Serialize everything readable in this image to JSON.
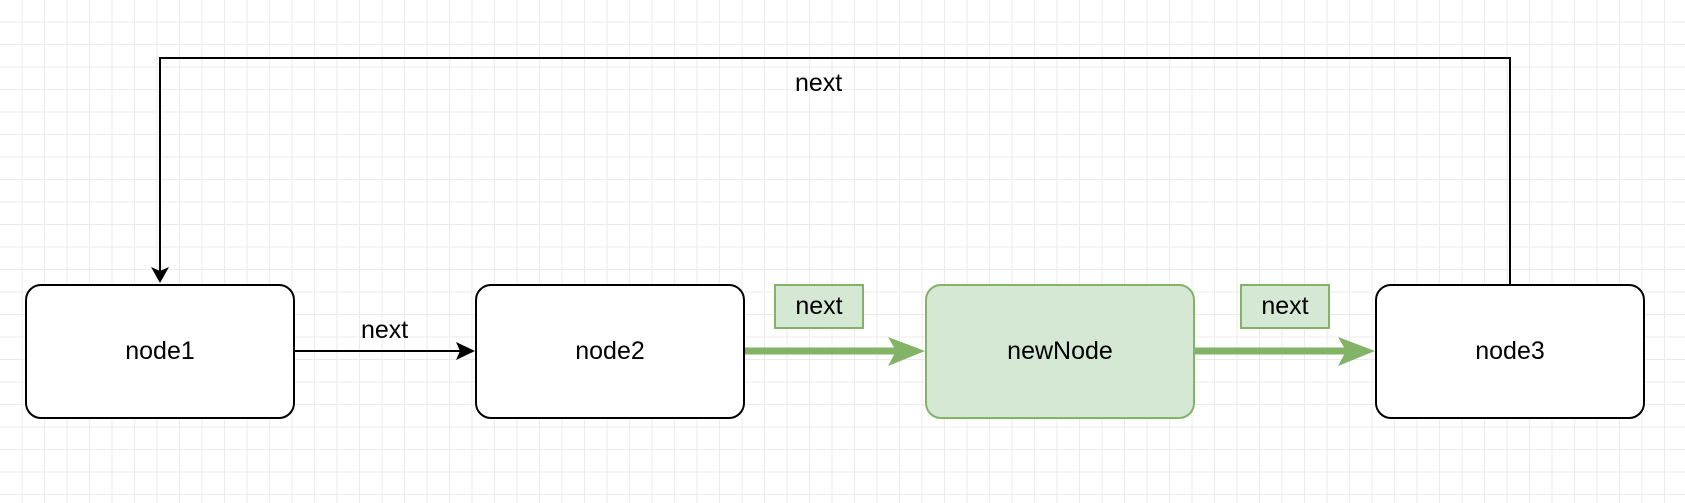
{
  "nodes": {
    "node1": "node1",
    "node2": "node2",
    "new_node": "newNode",
    "node3": "node3"
  },
  "edges": {
    "node1_to_node2": "next",
    "node2_to_new_node": "next",
    "new_node_to_node3": "next",
    "node3_to_node1": "next"
  },
  "colors": {
    "new_fill": "#d5e8d4",
    "new_stroke": "#82b366",
    "line": "#000000"
  }
}
